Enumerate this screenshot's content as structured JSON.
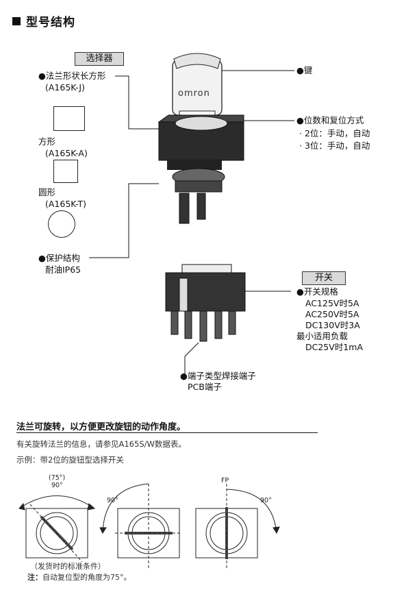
{
  "title": "型号结构",
  "selector": {
    "label": "选择器",
    "flange_rect": "●法兰形状长方形",
    "flange_rect_model": "(A165K-J)",
    "square": "方形",
    "square_model": "(A165K-A)",
    "round": "圆形",
    "round_model": "(A165K-T)",
    "protection": "●保护结构",
    "protection_value": "耐油IP65"
  },
  "key_label": "●键",
  "brand_on_key": "omron",
  "positions": {
    "heading": "●位数和复位方式",
    "items": [
      "· 2位：手动，自动",
      "· 3位：手动，自动"
    ]
  },
  "switch": {
    "label": "开关",
    "spec_heading": "●开关规格",
    "specs": [
      "AC125V时5A",
      "AC250V时5A",
      "DC130V时3A"
    ],
    "min_load": "最小适用负载",
    "min_load_value": "DC25V时1mA",
    "terminal_heading": "●端子类型焊接端子",
    "terminal_value": "PCB端子"
  },
  "rotation": {
    "heading": "法兰可旋转，以方便更改旋钮的动作角度。",
    "info": "有关旋转法兰的信息，请参见A165S/W数据表。",
    "example": "示例：带2位的旋钮型选择开关",
    "angle_75": "(75°)",
    "angle_90": "90°",
    "angle_90b": "90°",
    "angle_90c": "90°",
    "fp": "FP",
    "condition": "（发货时的标准条件）",
    "note_label": "注：",
    "note_text": "自动复位型的角度为75°。"
  }
}
